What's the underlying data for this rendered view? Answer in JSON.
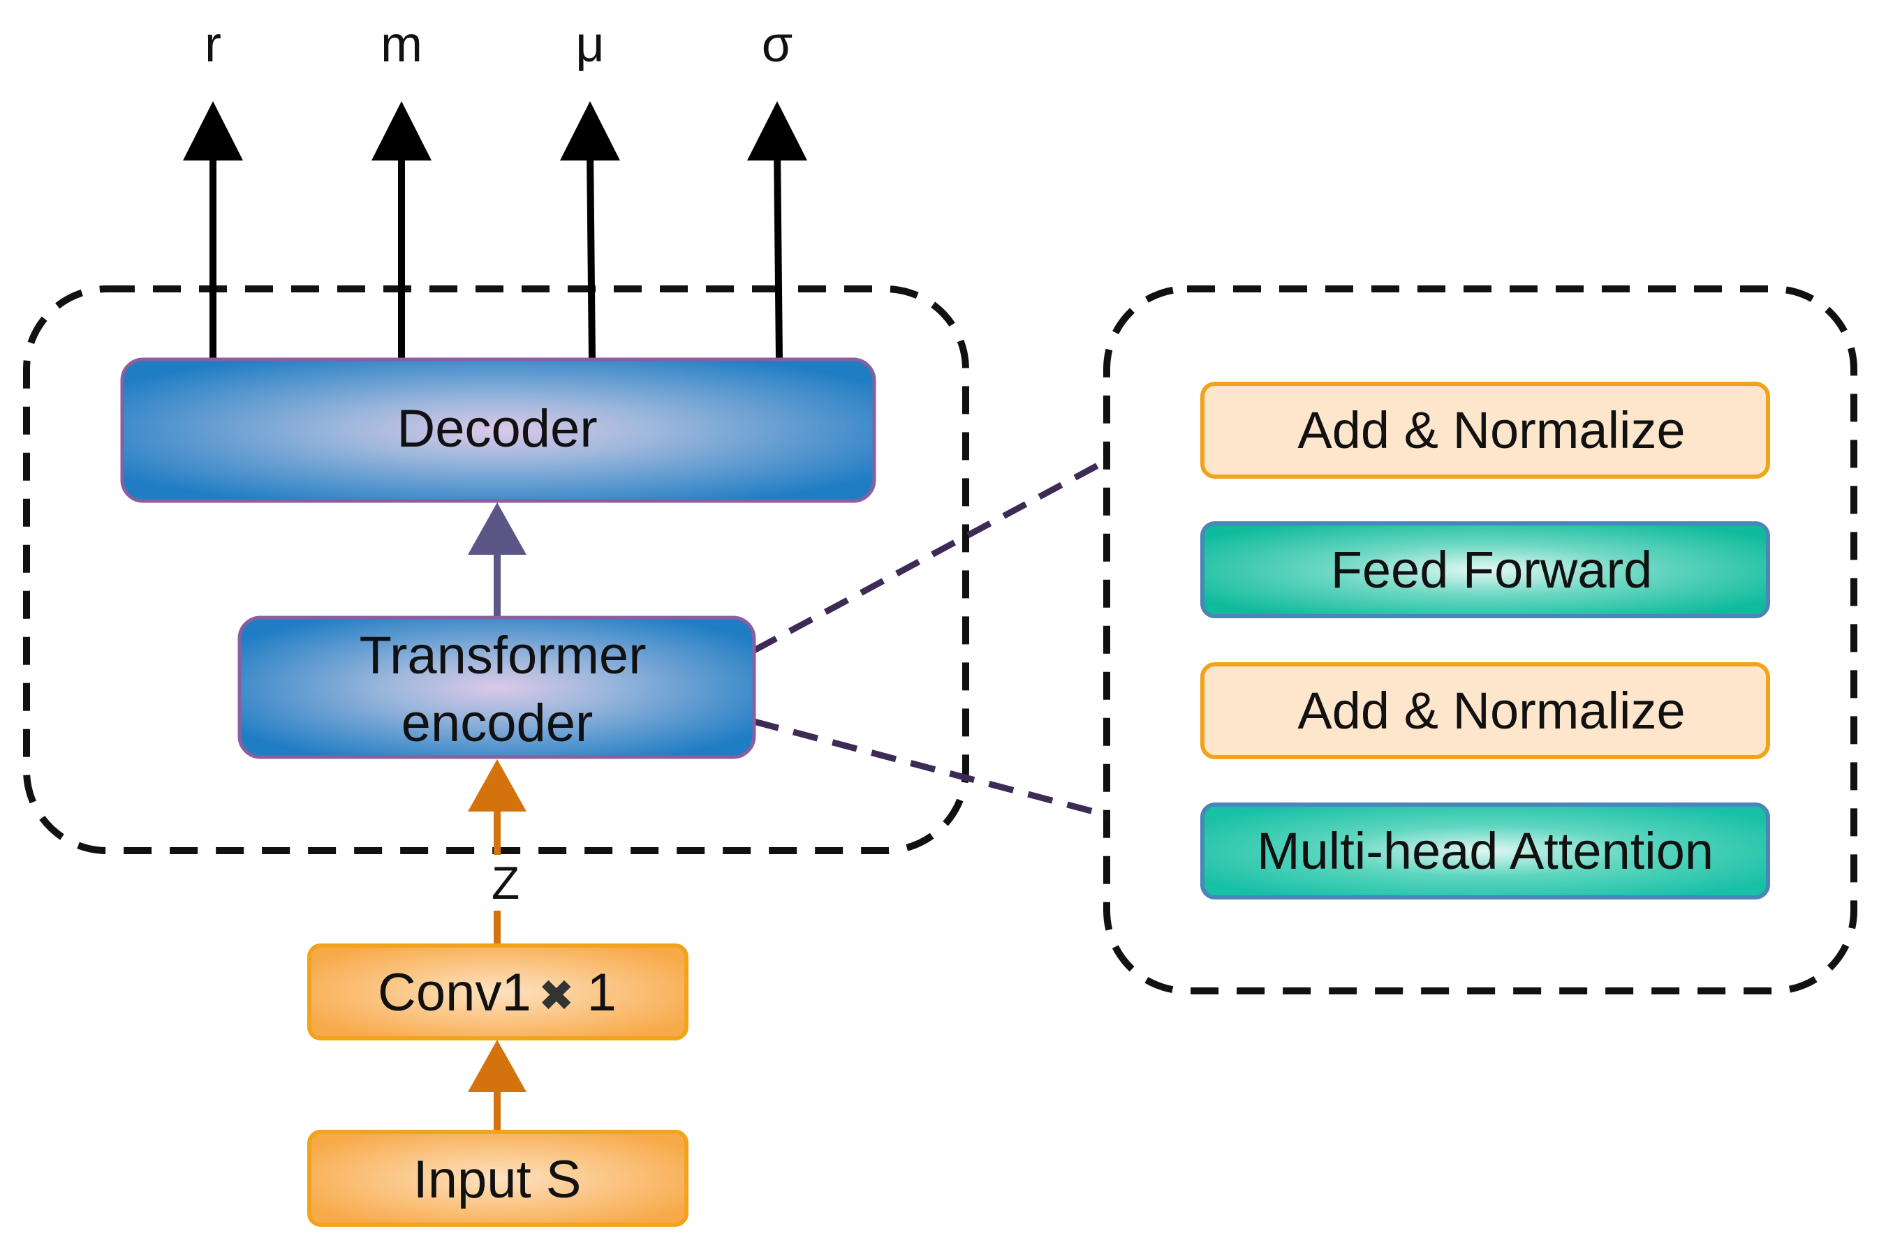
{
  "outputs": {
    "r": "r",
    "m": "m",
    "mu": "μ",
    "sigma": "σ"
  },
  "blocks": {
    "decoder": "Decoder",
    "encoder_line1": "Transformer",
    "encoder_line2": "encoder",
    "conv_prefix": "Conv1",
    "conv_times": "✖",
    "conv_suffix": "1",
    "input": "Input S",
    "z_label": "Z"
  },
  "encoder_detail": {
    "layers": [
      "Add & Normalize",
      "Feed Forward",
      "Add & Normalize",
      "Multi-head Attention"
    ]
  },
  "colors": {
    "blue_block": "#1f7dc4",
    "blue_glow": "#d9c6e6",
    "orange_block": "#f8b055",
    "orange_border": "#f2a31c",
    "peach_block": "#fde6cc",
    "teal_block": "#14bfa0",
    "teal_glow": "#d8f5ef",
    "orange_arrow": "#d4730c",
    "purple_arrow": "#5b5685",
    "dashed_connector": "#3d2a55"
  }
}
